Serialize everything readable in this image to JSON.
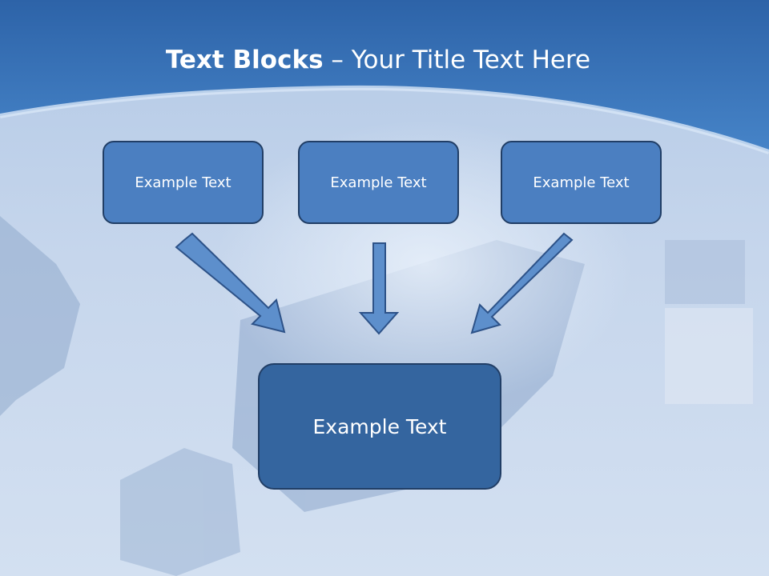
{
  "slide": {
    "title_bold": "Text Blocks",
    "title_dash": " – ",
    "title_rest": "Your Title Text Here"
  },
  "diagram": {
    "top_boxes": [
      "Example Text",
      "Example Text",
      "Example Text"
    ],
    "bottom_box": "Example Text"
  },
  "colors": {
    "header_blue": "#3e78bd",
    "box_blue": "#4b7fc1",
    "big_box_blue": "#34659f",
    "box_border": "#213e66",
    "arrow_fill": "#5d8fcc"
  }
}
